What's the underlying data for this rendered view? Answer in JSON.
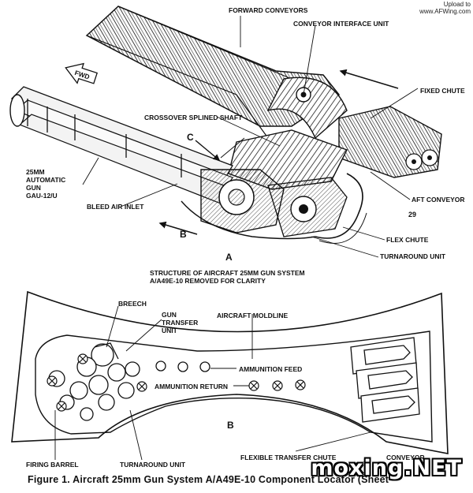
{
  "watermark": {
    "line1": "Upload to",
    "line2": "www.AFWing.com"
  },
  "diagram_a": {
    "labels": {
      "forward_conveyors": "FORWARD CONVEYORS",
      "conveyor_interface_unit": "CONVEYOR INTERFACE UNIT",
      "fixed_chute": "FIXED CHUTE",
      "crossover_splined_shaft": "CROSSOVER SPLINED SHAFT",
      "fwd": "FWD",
      "c_marker": "C",
      "gun_line1": "25MM",
      "gun_line2": "AUTOMATIC",
      "gun_line3": "GUN",
      "gun_line4": "GAU-12/U",
      "bleed_air_inlet": "BLEED AIR INLET",
      "aft_conveyor": "AFT CONVEYOR",
      "number_29": "29",
      "b_marker": "B",
      "flex_chute": "FLEX CHUTE",
      "turnaround_unit": "TURNAROUND UNIT",
      "panel_letter": "A",
      "structure_line1": "STRUCTURE OF AIRCRAFT 25MM GUN SYSTEM",
      "structure_line2": "A/A49E-10 REMOVED FOR CLARITY"
    }
  },
  "diagram_b": {
    "labels": {
      "breech": "BREECH",
      "gun_transfer_1": "GUN",
      "gun_transfer_2": "TRANSFER",
      "gun_transfer_3": "UNIT",
      "aircraft_moldline": "AIRCRAFT MOLDLINE",
      "ammunition_feed": "AMMUNITION FEED",
      "ammunition_return": "AMMUNITION RETURN",
      "firing_barrel": "FIRING BARREL",
      "turnaround_unit": "TURNAROUND UNIT",
      "flexible_transfer_chute": "FLEXIBLE TRANSFER CHUTE",
      "conveyor": "CONVEYOR",
      "panel_letter": "B"
    }
  },
  "caption": "Figure 1. Aircraft 25mm Gun System A/A49E-10 Component Locator (Sheet",
  "brand": "moxing.NET"
}
